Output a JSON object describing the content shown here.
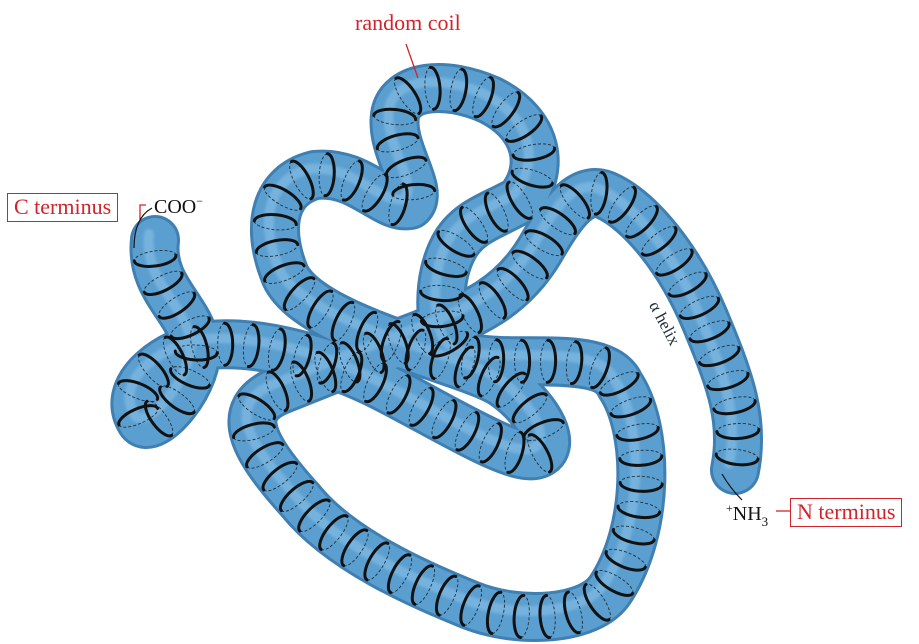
{
  "labels": {
    "random_coil": "random coil",
    "c_terminus": "C terminus",
    "n_terminus": "N terminus",
    "alpha_helix": "α helix"
  },
  "groups": {
    "carboxylate": {
      "base": "COO",
      "charge": "−"
    },
    "amine": {
      "charge": "+",
      "base": "NH",
      "subscript": "3"
    }
  },
  "colors": {
    "tube": "#5b9fd0",
    "tube_shadow": "#3f7fb2",
    "tube_highlight": "#8cc2e8",
    "helix_turn": "#111111",
    "label_red": "#d2232a"
  }
}
